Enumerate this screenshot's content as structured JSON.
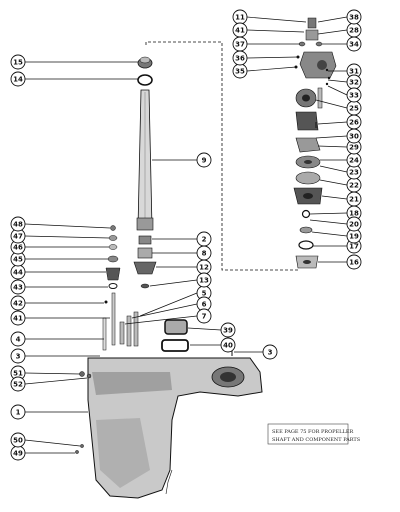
{
  "note": {
    "line1": "SEE PAGE 75 FOR PROPELLER",
    "line2": "SHAFT AND COMPONENT PARTS"
  },
  "callouts": [
    {
      "number": "1",
      "side": "left"
    },
    {
      "number": "2",
      "side": "right"
    },
    {
      "number": "3",
      "side": "left"
    },
    {
      "number": "3",
      "side": "right"
    },
    {
      "number": "4",
      "side": "left"
    },
    {
      "number": "5",
      "side": "right"
    },
    {
      "number": "6",
      "side": "right"
    },
    {
      "number": "7",
      "side": "right"
    },
    {
      "number": "8",
      "side": "right"
    },
    {
      "number": "9",
      "side": "right"
    },
    {
      "number": "11",
      "side": "right"
    },
    {
      "number": "12",
      "side": "right"
    },
    {
      "number": "13",
      "side": "right"
    },
    {
      "number": "14",
      "side": "left"
    },
    {
      "number": "15",
      "side": "left"
    },
    {
      "number": "16",
      "side": "right"
    },
    {
      "number": "17",
      "side": "right"
    },
    {
      "number": "18",
      "side": "right"
    },
    {
      "number": "19",
      "side": "right"
    },
    {
      "number": "20",
      "side": "right"
    },
    {
      "number": "21",
      "side": "right"
    },
    {
      "number": "22",
      "side": "right"
    },
    {
      "number": "23",
      "side": "right"
    },
    {
      "number": "24",
      "side": "right"
    },
    {
      "number": "25",
      "side": "right"
    },
    {
      "number": "26",
      "side": "right"
    },
    {
      "number": "28",
      "side": "right"
    },
    {
      "number": "29",
      "side": "right"
    },
    {
      "number": "30",
      "side": "right"
    },
    {
      "number": "31",
      "side": "right"
    },
    {
      "number": "32",
      "side": "right"
    },
    {
      "number": "33",
      "side": "right"
    },
    {
      "number": "34",
      "side": "right"
    },
    {
      "number": "35",
      "side": "left"
    },
    {
      "number": "36",
      "side": "left"
    },
    {
      "number": "37",
      "side": "left"
    },
    {
      "number": "38",
      "side": "right"
    },
    {
      "number": "39",
      "side": "right"
    },
    {
      "number": "40",
      "side": "right"
    },
    {
      "number": "41",
      "side": "left"
    },
    {
      "number": "41",
      "side": "left"
    },
    {
      "number": "42",
      "side": "left"
    },
    {
      "number": "43",
      "side": "left"
    },
    {
      "number": "44",
      "side": "left"
    },
    {
      "number": "45",
      "side": "left"
    },
    {
      "number": "46",
      "side": "left"
    },
    {
      "number": "47",
      "side": "left"
    },
    {
      "number": "48",
      "side": "left"
    },
    {
      "number": "49",
      "side": "left"
    },
    {
      "number": "50",
      "side": "left"
    },
    {
      "number": "51",
      "side": "left"
    },
    {
      "number": "52",
      "side": "left"
    }
  ],
  "colors": {
    "ink": "#111111",
    "housing_fill": "#c9c9c9",
    "housing_shade": "#8e8e8e",
    "paper": "#ffffff"
  }
}
